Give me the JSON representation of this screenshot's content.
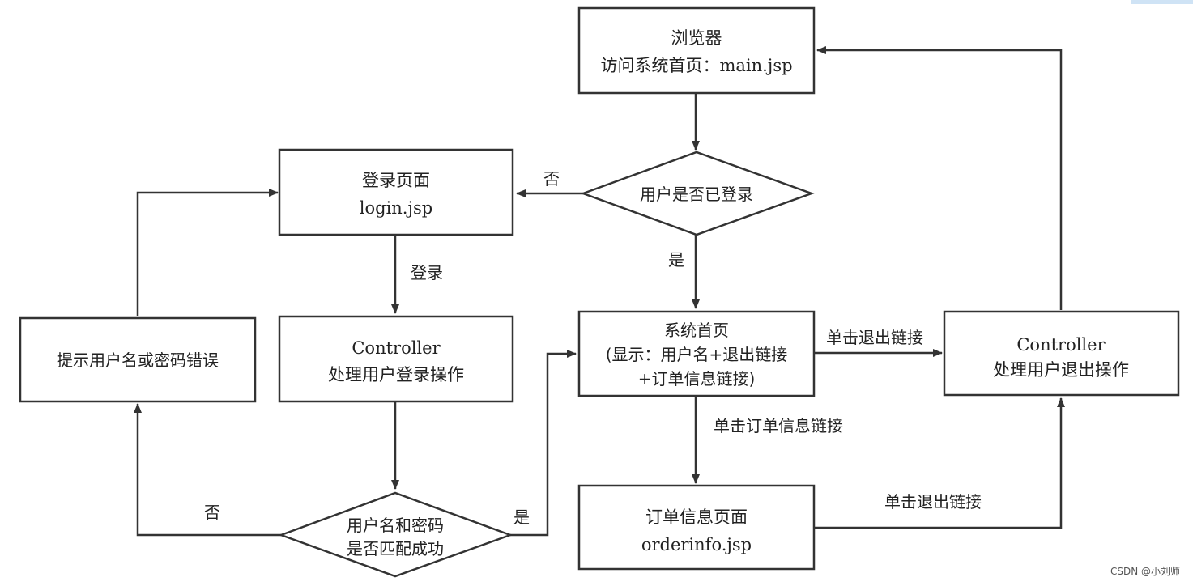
{
  "nodes": {
    "browser": {
      "line1": "浏览器",
      "line2": "访问系统首页：main.jsp"
    },
    "logged_in_check": {
      "line1": "用户是否已登录"
    },
    "login_page": {
      "line1": "登录页面",
      "line2": "login.jsp"
    },
    "login_controller": {
      "line1": "Controller",
      "line2": "处理用户登录操作"
    },
    "credential_check": {
      "line1": "用户名和密码",
      "line2": "是否匹配成功"
    },
    "error_prompt": {
      "line1": "提示用户名或密码错误"
    },
    "home_page": {
      "line1": "系统首页",
      "line2": "(显示：用户名+退出链接",
      "line3": "+订单信息链接)"
    },
    "order_page": {
      "line1": "订单信息页面",
      "line2": "orderinfo.jsp"
    },
    "logout_controller": {
      "line1": "Controller",
      "line2": "处理用户退出操作"
    }
  },
  "edge_labels": {
    "not_logged_in": "否",
    "logged_in": "是",
    "login": "登录",
    "match_fail": "否",
    "match_success": "是",
    "logout_from_home": "单击退出链接",
    "order_link": "单击订单信息链接",
    "logout_from_order": "单击退出链接"
  },
  "watermark": "CSDN @小刘师"
}
